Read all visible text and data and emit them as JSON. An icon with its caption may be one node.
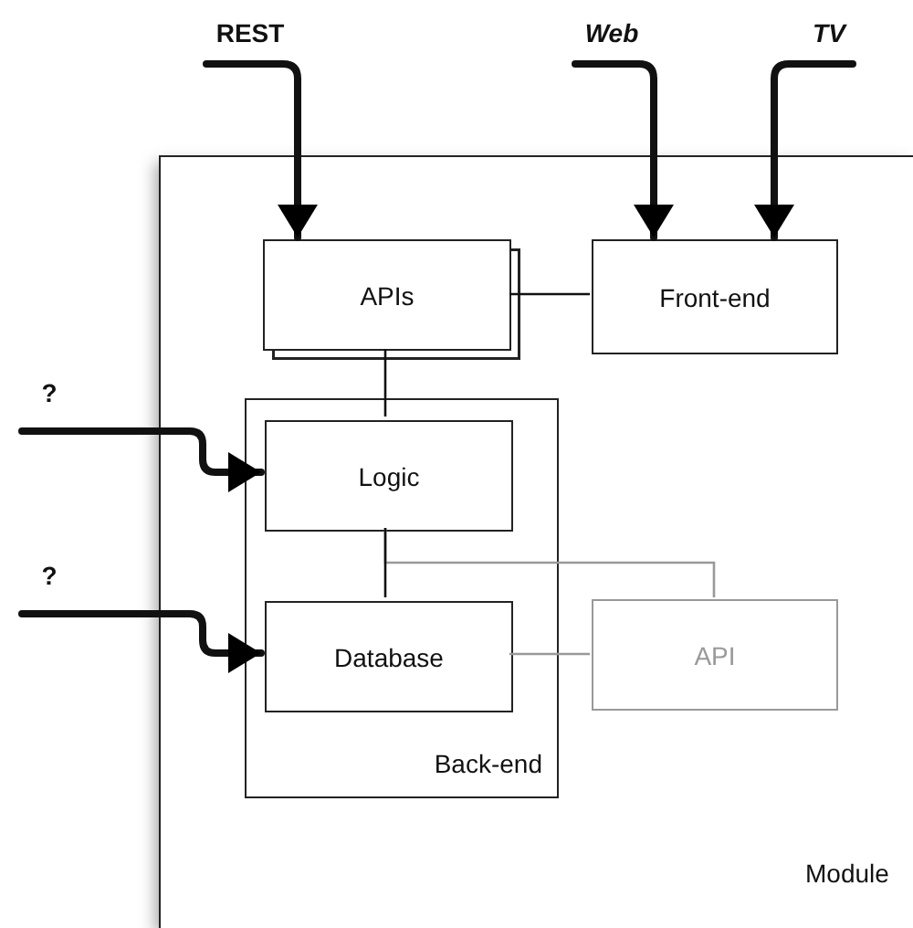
{
  "diagram": {
    "nodes": [
      {
        "text": [
          "Module"
        ]
      },
      {
        "text": [
          "APIs"
        ],
        "in": 0
      },
      {
        "text": [
          "Front-end"
        ],
        "in": 0
      },
      {
        "text": [
          "Back-end"
        ],
        "in": 0
      },
      {
        "text": [
          "Logic"
        ],
        "in": 3
      },
      {
        "text": [
          "Database"
        ],
        "in": 3
      },
      {
        "text": [
          "API"
        ],
        "in": 0
      },
      {
        "text": [
          "REST"
        ]
      },
      {
        "text": [
          "Web"
        ]
      },
      {
        "text": [
          "TV"
        ]
      },
      {
        "text": [
          "?"
        ]
      },
      {
        "text": [
          "?"
        ]
      }
    ],
    "edges": [
      {
        "from": 7,
        "to": 1,
        "arrow": "to",
        "style": "thick"
      },
      {
        "from": 8,
        "to": 2,
        "arrow": "to",
        "style": "thick"
      },
      {
        "from": 9,
        "to": 2,
        "arrow": "to",
        "style": "thick"
      },
      {
        "from": 10,
        "to": 4,
        "arrow": "to",
        "style": "thick"
      },
      {
        "from": 11,
        "to": 5,
        "arrow": "to",
        "style": "thick"
      },
      {
        "from": 1,
        "to": 2,
        "arrow": "none"
      },
      {
        "from": 1,
        "to": 4,
        "arrow": "none"
      },
      {
        "from": 4,
        "to": 5,
        "arrow": "none"
      },
      {
        "from": 4,
        "to": 6,
        "arrow": "none",
        "color": "#999999"
      },
      {
        "from": 5,
        "to": 6,
        "arrow": "none",
        "color": "#999999"
      }
    ]
  }
}
